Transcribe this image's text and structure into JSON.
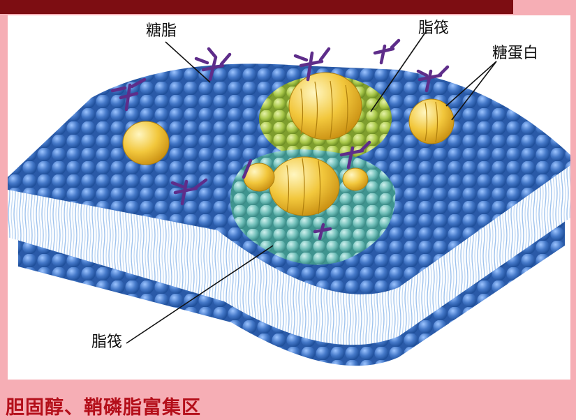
{
  "diagram": {
    "labels": {
      "glycolipid": "糖脂",
      "raft_top": "脂筏",
      "glycoprotein": "糖蛋白",
      "raft_bottom": "脂筏"
    },
    "colors": {
      "background": "#f6aeb5",
      "topbar": "#7d0d12",
      "lipid_head": "#3f74c2",
      "raft_green": "#a9c84a",
      "raft_teal": "#6dbdb7",
      "protein": "#f2c73c",
      "sugar_chain": "#5e2d8a",
      "caption": "#b40f1a"
    }
  },
  "caption": {
    "text": "胆固醇、鞘磷脂富集区"
  }
}
